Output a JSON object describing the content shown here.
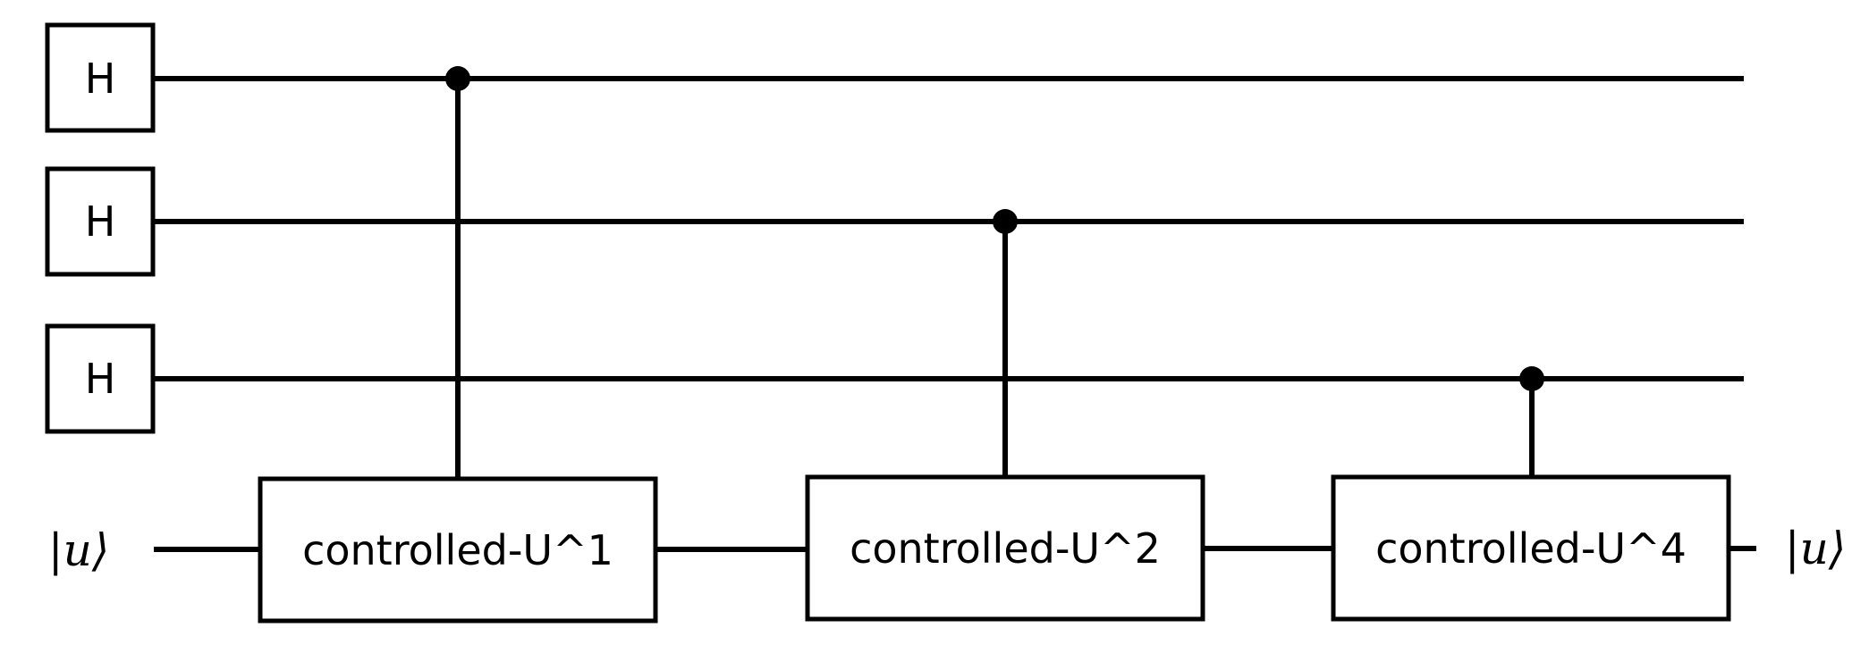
{
  "diagram": {
    "title": "",
    "hadamard_gates": [
      {
        "label": "H"
      },
      {
        "label": "H"
      },
      {
        "label": "H"
      }
    ],
    "unitaries": [
      {
        "label": "controlled-U^1",
        "control_qubit": 1
      },
      {
        "label": "controlled-U^2",
        "control_qubit": 2
      },
      {
        "label": "controlled-U^4",
        "control_qubit": 3
      }
    ],
    "input_state": "|u⟩",
    "output_state": "|u⟩"
  }
}
